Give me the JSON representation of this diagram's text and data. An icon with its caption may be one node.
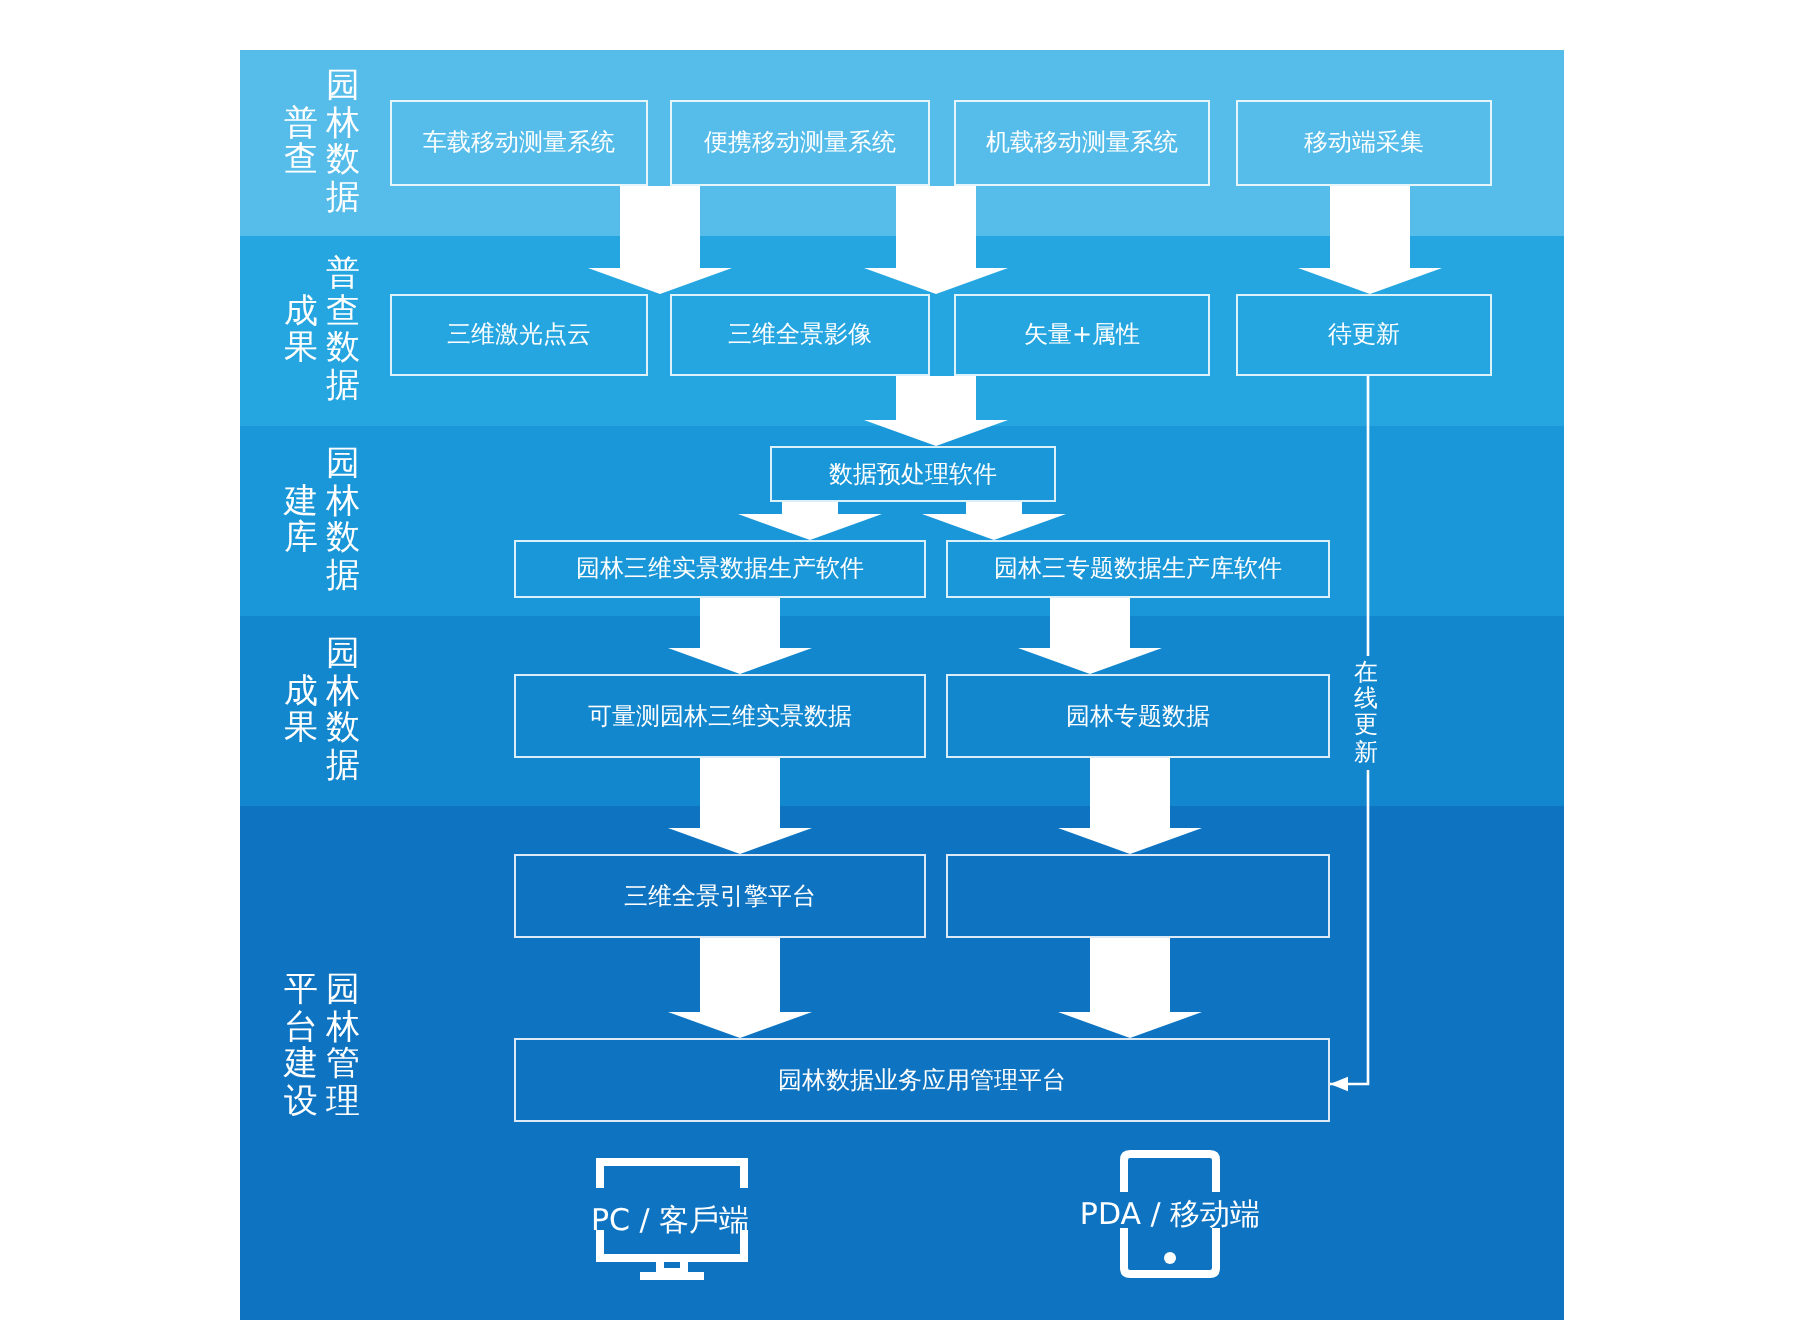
{
  "diagram": {
    "nodes": [
      {
        "text": [
          "普查",
          "园林数据"
        ]
      },
      {
        "text": [
          "车载移动测量系统"
        ],
        "in": 0
      },
      {
        "text": [
          "便携移动测量系统"
        ],
        "in": 0
      },
      {
        "text": [
          "机载移动测量系统"
        ],
        "in": 0
      },
      {
        "text": [
          "移动端采集"
        ],
        "in": 0
      },
      {
        "text": [
          "成果",
          "普查数据"
        ]
      },
      {
        "text": [
          "三维激光点云"
        ],
        "in": 5
      },
      {
        "text": [
          "三维全景影像"
        ],
        "in": 5
      },
      {
        "text": [
          "矢量+属性"
        ],
        "in": 5
      },
      {
        "text": [
          "待更新"
        ],
        "in": 5
      },
      {
        "text": [
          "建库",
          "园林数据"
        ]
      },
      {
        "text": [
          "数据预处理软件"
        ],
        "in": 10
      },
      {
        "text": [
          "园林三维实景数据生产软件"
        ],
        "in": 10
      },
      {
        "text": [
          "园林三专题数据生产库软件"
        ],
        "in": 10
      },
      {
        "text": [
          "成果",
          "园林数据"
        ]
      },
      {
        "text": [
          "可量测园林三维实景数据"
        ],
        "in": 14
      },
      {
        "text": [
          "园林专题数据"
        ],
        "in": 14
      },
      {
        "text": [
          "平台建设",
          "园林管理"
        ]
      },
      {
        "text": [
          "三维全景引擎平台"
        ],
        "in": 17
      },
      {
        "text": [],
        "shape": "box",
        "in": 17
      },
      {
        "text": [
          "园林数据业务应用管理平台"
        ],
        "in": 17
      },
      {
        "text": [
          "PC / 客戶端"
        ],
        "in": 17
      },
      {
        "text": [
          "PDA / 移动端"
        ],
        "in": 17
      }
    ],
    "edges": [
      {
        "from": 1,
        "to": 6,
        "arrow": "to"
      },
      {
        "from": 3,
        "to": 8,
        "arrow": "to"
      },
      {
        "from": 4,
        "to": 9,
        "arrow": "to"
      },
      {
        "from": 7,
        "to": 11,
        "arrow": "to"
      },
      {
        "from": 11,
        "to": 12,
        "arrow": "to"
      },
      {
        "from": 11,
        "to": 13,
        "arrow": "to"
      },
      {
        "from": 12,
        "to": 15,
        "arrow": "to"
      },
      {
        "from": 13,
        "to": 16,
        "arrow": "to"
      },
      {
        "from": 15,
        "to": 18,
        "arrow": "to"
      },
      {
        "from": 16,
        "to": 19,
        "arrow": "to"
      },
      {
        "from": 18,
        "to": 20,
        "arrow": "to"
      },
      {
        "from": 19,
        "to": 20,
        "arrow": "to"
      },
      {
        "from": 9,
        "to": 20,
        "arrow": "to",
        "label": "在线更新"
      }
    ]
  }
}
